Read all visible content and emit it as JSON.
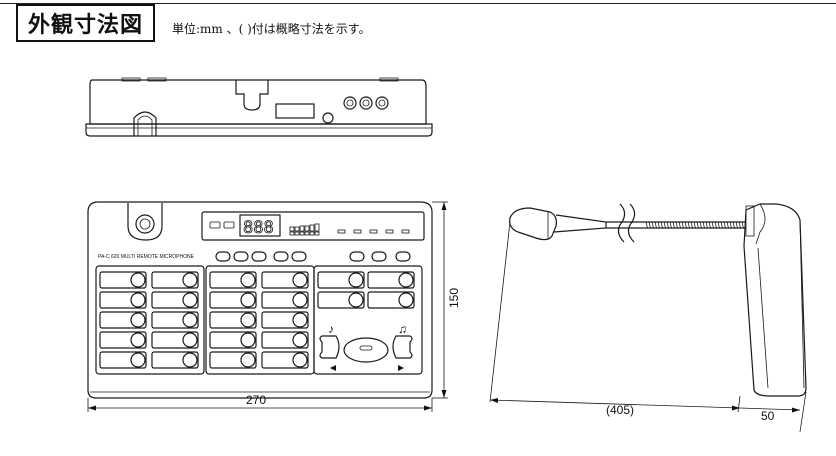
{
  "header": {
    "title": "外観寸法図",
    "unit_note": "単位:mm 、( )付は概略寸法を示す。"
  },
  "front_view": {
    "model_label": "PA-C 620  MULTI REMOTE MICROPHONE",
    "display_digits": "888"
  },
  "dimensions": {
    "width": "270",
    "height": "150",
    "mic_length": "(405)",
    "depth": "50"
  }
}
